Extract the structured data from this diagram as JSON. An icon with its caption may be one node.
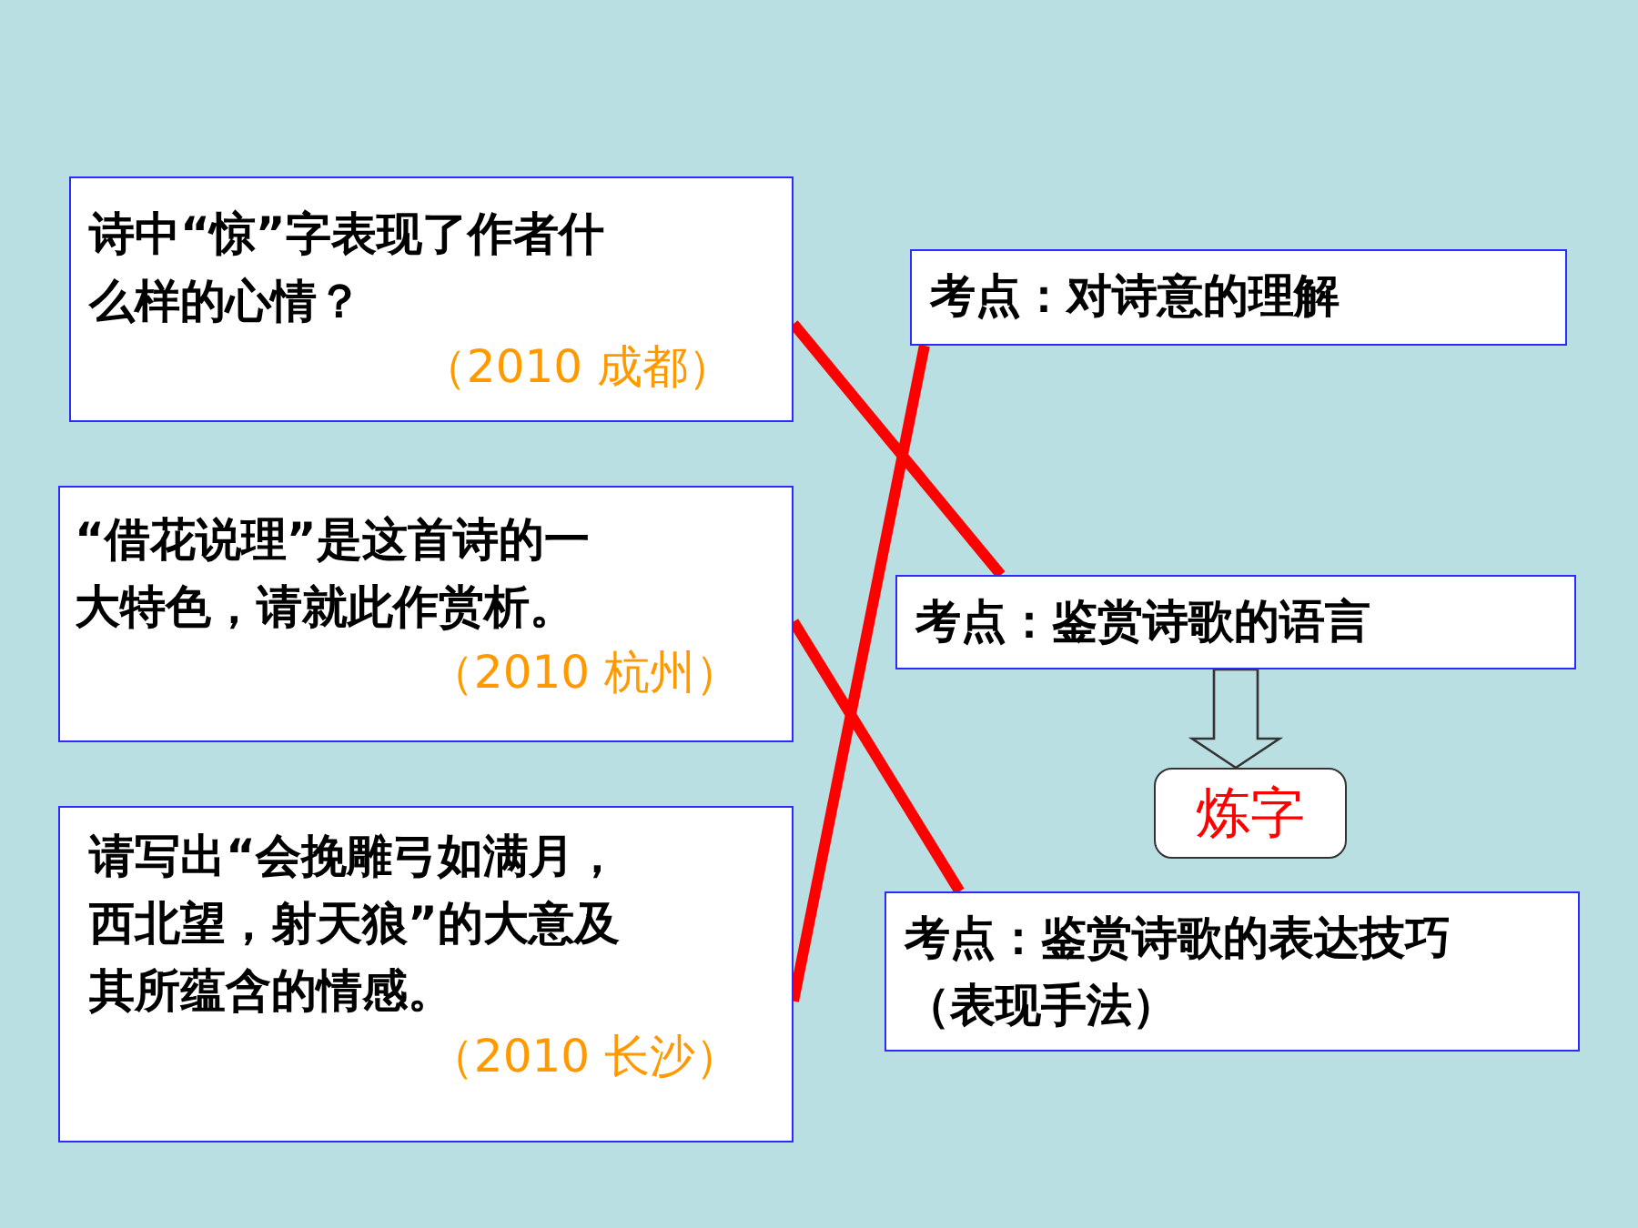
{
  "diagram": {
    "nodes": [
      {
        "text": [
          "诗中“惊”字表现了作者什么样的心情？",
          "（2010 成都）"
        ]
      },
      {
        "text": [
          "“借花说理”是这首诗的一大特色，请就此作赏析。",
          "（2010 杭州）"
        ]
      },
      {
        "text": [
          "请写出“会挽雕弓如满月，西北望，射天狼”的大意及其所蕴含的情感。",
          "（2010 长沙）"
        ]
      },
      {
        "text": [
          "考点：对诗意的理解"
        ]
      },
      {
        "text": [
          "考点：鉴赏诗歌的语言"
        ]
      },
      {
        "text": [
          "炼字"
        ]
      },
      {
        "text": [
          "考点：鉴赏诗歌的表达技巧（表现手法）"
        ]
      }
    ],
    "edges": [
      {
        "from": 0,
        "to": 4,
        "arrow": "none"
      },
      {
        "from": 1,
        "to": 6,
        "arrow": "none"
      },
      {
        "from": 2,
        "to": 3,
        "arrow": "none"
      },
      {
        "from": 4,
        "to": 5,
        "arrow": "to",
        "color": "#333333"
      }
    ]
  }
}
